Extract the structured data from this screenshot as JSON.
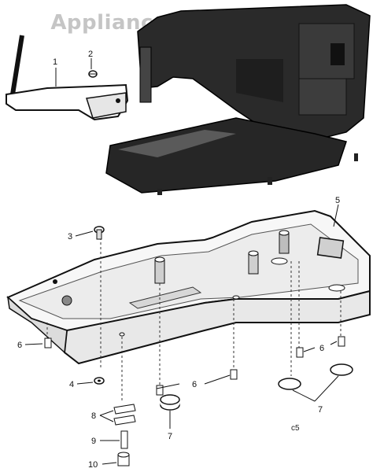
{
  "watermark": "AppliancePartsPros.com",
  "callouts": [
    {
      "id": "c1",
      "text": "1"
    },
    {
      "id": "c2",
      "text": "2"
    },
    {
      "id": "c3",
      "text": "3"
    },
    {
      "id": "c4",
      "text": "4"
    },
    {
      "id": "c5",
      "text": "5"
    },
    {
      "id": "c6a",
      "text": "6"
    },
    {
      "id": "c6b",
      "text": "6"
    },
    {
      "id": "c6c",
      "text": "6"
    },
    {
      "id": "c7a",
      "text": "7"
    },
    {
      "id": "c7b",
      "text": "7"
    },
    {
      "id": "c8",
      "text": "8"
    },
    {
      "id": "c9",
      "text": "9"
    },
    {
      "id": "c10",
      "text": "10"
    }
  ],
  "figure_code": "c5"
}
